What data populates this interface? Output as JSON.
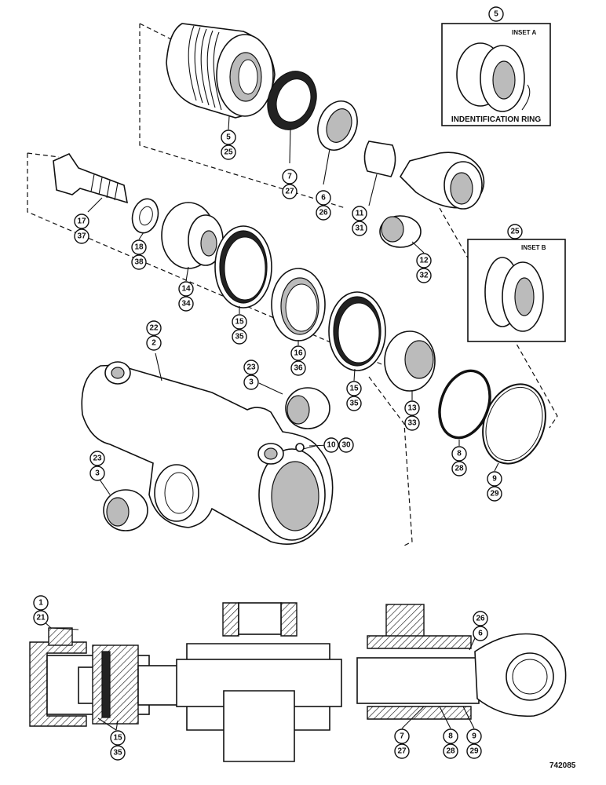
{
  "inset_a": {
    "ref": "5",
    "title": "INSET A",
    "caption": "INDENTIFICATION RING"
  },
  "inset_b": {
    "ref": "25",
    "title": "INSET B"
  },
  "figure_number": "742085",
  "callouts": [
    {
      "id": "c5",
      "top": "5",
      "bottom": "25"
    },
    {
      "id": "c7",
      "top": "7",
      "bottom": "27"
    },
    {
      "id": "c6",
      "top": "6",
      "bottom": "26"
    },
    {
      "id": "c11",
      "top": "11",
      "bottom": "31"
    },
    {
      "id": "c12",
      "top": "12",
      "bottom": "32"
    },
    {
      "id": "c17",
      "top": "17",
      "bottom": "37"
    },
    {
      "id": "c18",
      "top": "18",
      "bottom": "38"
    },
    {
      "id": "c14",
      "top": "14",
      "bottom": "34"
    },
    {
      "id": "c15a",
      "top": "15",
      "bottom": "35"
    },
    {
      "id": "c16",
      "top": "16",
      "bottom": "36"
    },
    {
      "id": "c15b",
      "top": "15",
      "bottom": "35"
    },
    {
      "id": "c13",
      "top": "13",
      "bottom": "33"
    },
    {
      "id": "c8",
      "top": "8",
      "bottom": "28"
    },
    {
      "id": "c9",
      "top": "9",
      "bottom": "29"
    },
    {
      "id": "c22",
      "top": "22",
      "bottom": "2"
    },
    {
      "id": "c23a",
      "top": "23",
      "bottom": "3"
    },
    {
      "id": "c23b",
      "top": "23",
      "bottom": "3"
    },
    {
      "id": "c10",
      "top": "10",
      "bottom": "30"
    },
    {
      "id": "c1",
      "top": "1",
      "bottom": "21"
    },
    {
      "id": "c15c",
      "top": "15",
      "bottom": "35"
    },
    {
      "id": "c26",
      "top": "26",
      "bottom": "6"
    },
    {
      "id": "c7b",
      "top": "7",
      "bottom": "27"
    },
    {
      "id": "c8b",
      "top": "8",
      "bottom": "28"
    },
    {
      "id": "c9b",
      "top": "9",
      "bottom": "29"
    }
  ]
}
